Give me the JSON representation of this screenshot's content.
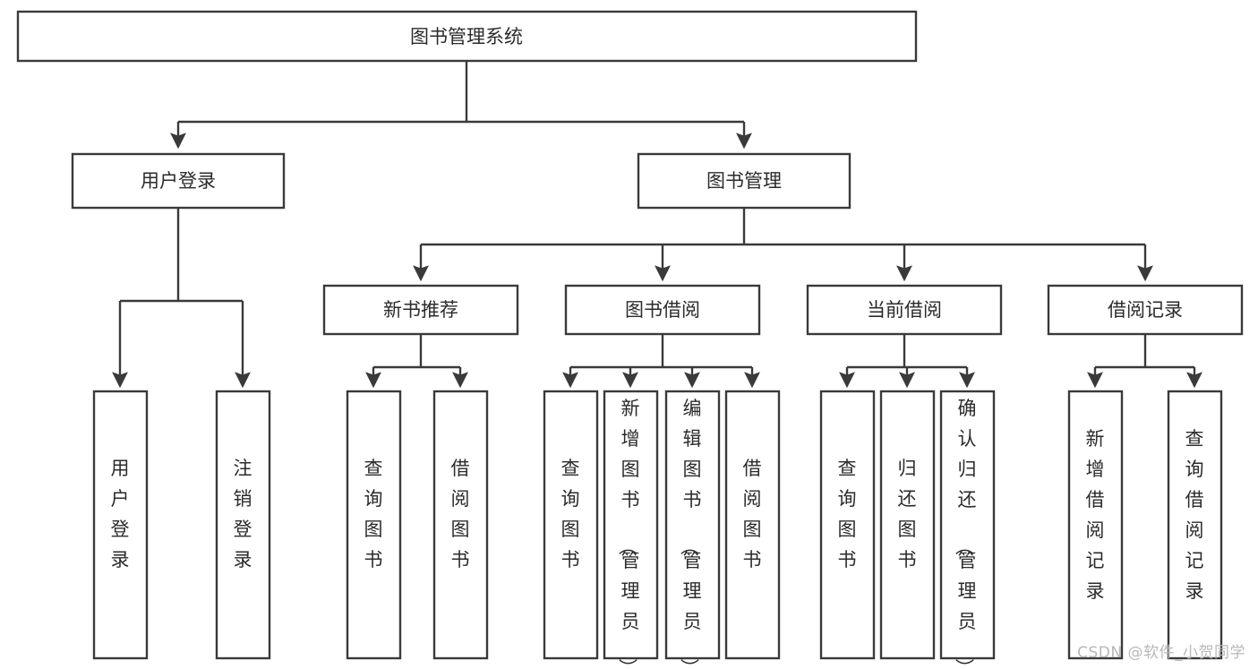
{
  "diagram": {
    "type": "tree-hierarchy",
    "title": "图书管理系统",
    "watermark": "CSDN @软件_小贺同学",
    "colors": {
      "stroke": "#3a3a3a",
      "fill": "#ffffff",
      "text": "#2b2b2b",
      "watermark": "#b8b8b8",
      "background": "#ffffff"
    },
    "levels": {
      "root": {
        "label": "图书管理系统"
      },
      "level2": [
        {
          "id": "user-login",
          "label": "用户登录"
        },
        {
          "id": "book-manage",
          "label": "图书管理"
        }
      ],
      "level3": [
        {
          "id": "new-book-recommend",
          "label": "新书推荐",
          "parent": "book-manage"
        },
        {
          "id": "book-borrow",
          "label": "图书借阅",
          "parent": "book-manage"
        },
        {
          "id": "current-borrow",
          "label": "当前借阅",
          "parent": "book-manage"
        },
        {
          "id": "borrow-record",
          "label": "借阅记录",
          "parent": "book-manage"
        }
      ],
      "leaves": {
        "user-login": [
          {
            "id": "leaf-user-login",
            "label": "用户登录"
          },
          {
            "id": "leaf-user-logout",
            "label": "注销登录"
          }
        ],
        "new-book-recommend": [
          {
            "id": "leaf-query-book-1",
            "label": "查询图书"
          },
          {
            "id": "leaf-borrow-book-1",
            "label": "借阅图书"
          }
        ],
        "book-borrow": [
          {
            "id": "leaf-query-book-2",
            "label": "查询图书"
          },
          {
            "id": "leaf-add-book",
            "label": "新增图书（管理员）"
          },
          {
            "id": "leaf-edit-book",
            "label": "编辑图书（管理员）"
          },
          {
            "id": "leaf-borrow-book-2",
            "label": "借阅图书"
          }
        ],
        "current-borrow": [
          {
            "id": "leaf-query-book-3",
            "label": "查询图书"
          },
          {
            "id": "leaf-return-book",
            "label": "归还图书"
          },
          {
            "id": "leaf-confirm-return",
            "label": "确认归还（管理员）"
          }
        ],
        "borrow-record": [
          {
            "id": "leaf-add-borrow-record",
            "label": "新增借阅记录"
          },
          {
            "id": "leaf-query-borrow-record",
            "label": "查询借阅记录"
          }
        ]
      }
    }
  }
}
